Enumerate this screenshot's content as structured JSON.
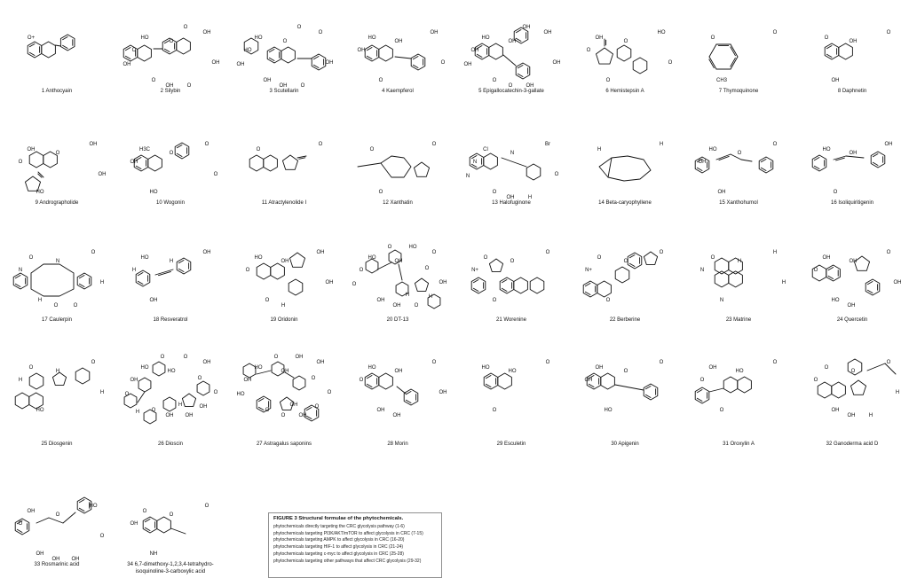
{
  "compounds": [
    {
      "label": "1 Anthocyain",
      "atoms": [
        "O+"
      ]
    },
    {
      "label": "2 Silybin",
      "atoms": [
        "HO",
        "OH",
        "O",
        "O",
        "O",
        "OH",
        "OH",
        "O",
        "OH",
        "O"
      ]
    },
    {
      "label": "3 Scutellarin",
      "atoms": [
        "HO",
        "O",
        "OH",
        "O",
        "HO",
        "OH",
        "OH",
        "O",
        "OH",
        "O"
      ]
    },
    {
      "label": "4 Kaempferol",
      "atoms": [
        "HO",
        "OH",
        "O",
        "OH",
        "OH",
        "O"
      ]
    },
    {
      "label": "5 Epigallocatechin-3-gallate",
      "atoms": [
        "HO",
        "OH",
        "O",
        "OH",
        "OH",
        "OH",
        "O",
        "OH",
        "OH",
        "OH"
      ]
    },
    {
      "label": "6 Hemistepsin A",
      "atoms": [
        "OH",
        "HO",
        "O",
        "O",
        "O",
        "O"
      ]
    },
    {
      "label": "7 Thymoquinone",
      "atoms": [
        "O",
        "O",
        "CH3"
      ]
    },
    {
      "label": "8 Daphnetin",
      "atoms": [
        "O",
        "O",
        "OH",
        "OH"
      ]
    },
    {
      "label": "9 Andrographolide",
      "atoms": [
        "OH",
        "OH",
        "HO",
        "O",
        "O",
        "OH"
      ]
    },
    {
      "label": "10 Wogonin",
      "atoms": [
        "H3C",
        "O",
        "HO",
        "O",
        "OH",
        "O"
      ]
    },
    {
      "label": "11 Atractylenolide I",
      "atoms": [
        "O",
        "O"
      ]
    },
    {
      "label": "12 Xanthatin",
      "atoms": [
        "O",
        "O",
        "O"
      ]
    },
    {
      "label": "13 Halofuginone",
      "atoms": [
        "Cl",
        "Br",
        "O",
        "N",
        "N",
        "O",
        "OH",
        "H",
        "N"
      ]
    },
    {
      "label": "14 Beta-caryophyllene",
      "atoms": [
        "H",
        "H"
      ]
    },
    {
      "label": "15 Xanthohumol",
      "atoms": [
        "HO",
        "O",
        "OH",
        "O",
        "OH"
      ]
    },
    {
      "label": "16 Isoliquiritigenin",
      "atoms": [
        "HO",
        "OH",
        "O",
        "OH"
      ]
    },
    {
      "label": "17 Caulerpin",
      "atoms": [
        "O",
        "O",
        "H",
        "N",
        "N",
        "H",
        "O",
        "O"
      ]
    },
    {
      "label": "18 Resveratrol",
      "atoms": [
        "HO",
        "OH",
        "OH",
        "H",
        "H"
      ]
    },
    {
      "label": "19 Oridonin",
      "atoms": [
        "HO",
        "OH",
        "O",
        "OH",
        "O",
        "OH",
        "H"
      ]
    },
    {
      "label": "20 DT-13",
      "atoms": [
        "HO",
        "O",
        "OH",
        "OH",
        "O",
        "OH",
        "OH",
        "O",
        "O",
        "HO",
        "O",
        "O",
        "H",
        "H"
      ]
    },
    {
      "label": "21 Worenine",
      "atoms": [
        "O",
        "O",
        "O",
        "O",
        "N+"
      ]
    },
    {
      "label": "22 Berberine",
      "atoms": [
        "O",
        "O",
        "O",
        "O",
        "N+"
      ]
    },
    {
      "label": "23 Matrine",
      "atoms": [
        "O",
        "H",
        "N",
        "H",
        "N",
        "H"
      ]
    },
    {
      "label": "24 Quercetin",
      "atoms": [
        "OH",
        "O",
        "HO",
        "OH",
        "O",
        "OH",
        "OH"
      ]
    },
    {
      "label": "25 Diosgenin",
      "atoms": [
        "O",
        "O",
        "HO",
        "H",
        "H",
        "H"
      ]
    },
    {
      "label": "26 Dioscin",
      "atoms": [
        "HO",
        "OH",
        "O",
        "HO",
        "OH",
        "O",
        "OH",
        "OH",
        "O",
        "O",
        "O",
        "O",
        "OH",
        "H",
        "H"
      ]
    },
    {
      "label": "27 Astragalus saponins",
      "atoms": [
        "HO",
        "OH",
        "O",
        "OH",
        "OH",
        "O",
        "O",
        "OH",
        "HO",
        "OH",
        "O",
        "O",
        "O",
        "OH"
      ]
    },
    {
      "label": "28 Morin",
      "atoms": [
        "HO",
        "O",
        "OH",
        "OH",
        "O",
        "OH",
        "OH"
      ]
    },
    {
      "label": "29 Esculetin",
      "atoms": [
        "HO",
        "O",
        "O",
        "HO"
      ]
    },
    {
      "label": "30 Apigenin",
      "atoms": [
        "OH",
        "O",
        "HO",
        "O",
        "OH"
      ]
    },
    {
      "label": "31 Oroxylin A",
      "atoms": [
        "OH",
        "O",
        "O",
        "HO",
        "O"
      ]
    },
    {
      "label": "32 Ganoderma acid D",
      "atoms": [
        "O",
        "O",
        "OH",
        "O",
        "O",
        "H",
        "OH",
        "H"
      ]
    },
    {
      "label": "33 Rosmarinic acid",
      "atoms": [
        "OH",
        "HO",
        "OH",
        "O",
        "O",
        "O",
        "OH",
        "OH"
      ]
    },
    {
      "label": "34 6,7-dimethoxy-1,2,3,4-tetrahydro-isoquinoline-3-carboxylic acid",
      "atoms": [
        "O",
        "O",
        "NH",
        "O",
        "OH"
      ]
    }
  ],
  "caption": {
    "title": "FIGURE 3 Structural formulae of the phytochemicals.",
    "lines": [
      "phytochemicals directly targeting the CRC glycolysis pathway (1-6)",
      "phytochemicals targeting PI3K/AKT/mTOR to affect glycolysis in CRC (7-15)",
      "phytochemicals targeting AMPK to affect glycolysis in CRC (16-20)",
      "phytochemicals targeting HIF-1 to affect glycolysis in CRC (21-24)",
      "phytochemicals targeting c-myc to affect glycolysis in CRC (25-28)",
      "phytochemicals targeting other pathways that affect CRC glycolysis (29-32)"
    ]
  }
}
